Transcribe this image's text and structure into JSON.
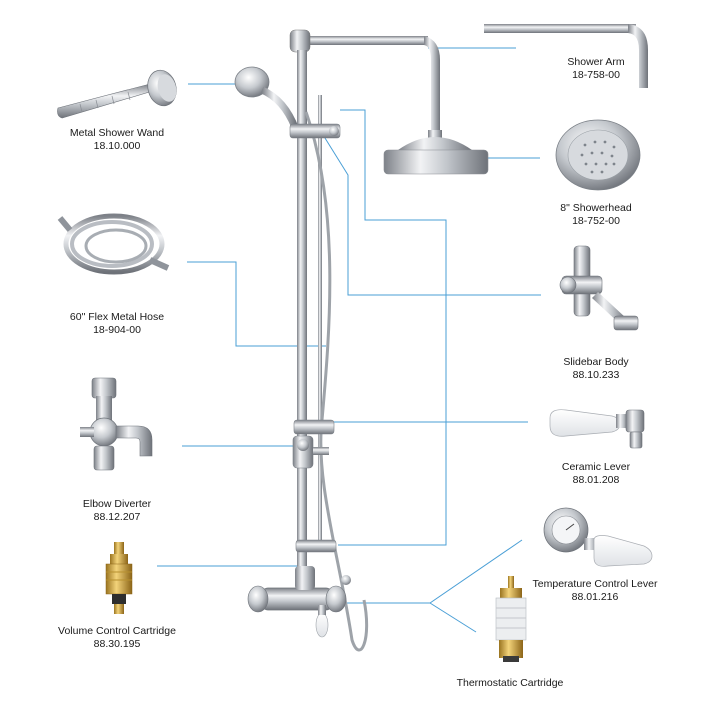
{
  "diagram": {
    "parts": [
      {
        "id": "shower-arm",
        "name": "Shower Arm",
        "code": "18-758-00"
      },
      {
        "id": "showerhead",
        "name": "8\" Showerhead",
        "code": "18-752-00"
      },
      {
        "id": "slidebar-body",
        "name": "Slidebar Body",
        "code": "88.10.233"
      },
      {
        "id": "ceramic-lever",
        "name": "Ceramic Lever",
        "code": "88.01.208"
      },
      {
        "id": "temperature-control-lever",
        "name": "Temperature Control Lever",
        "code": "88.01.216"
      },
      {
        "id": "thermostatic-cartridge",
        "name": "Thermostatic Cartridge",
        "code": ""
      },
      {
        "id": "metal-shower-wand",
        "name": "Metal Shower Wand",
        "code": "18.10.000"
      },
      {
        "id": "flex-metal-hose",
        "name": "60\" Flex Metal Hose",
        "code": "18-904-00"
      },
      {
        "id": "elbow-diverter",
        "name": "Elbow Diverter",
        "code": "88.12.207"
      },
      {
        "id": "volume-control-cartridge",
        "name": "Volume Control Cartridge",
        "code": "88.30.195"
      }
    ],
    "leader_color": "#4a9fd6",
    "chrome_color": "#b8bcc2"
  }
}
